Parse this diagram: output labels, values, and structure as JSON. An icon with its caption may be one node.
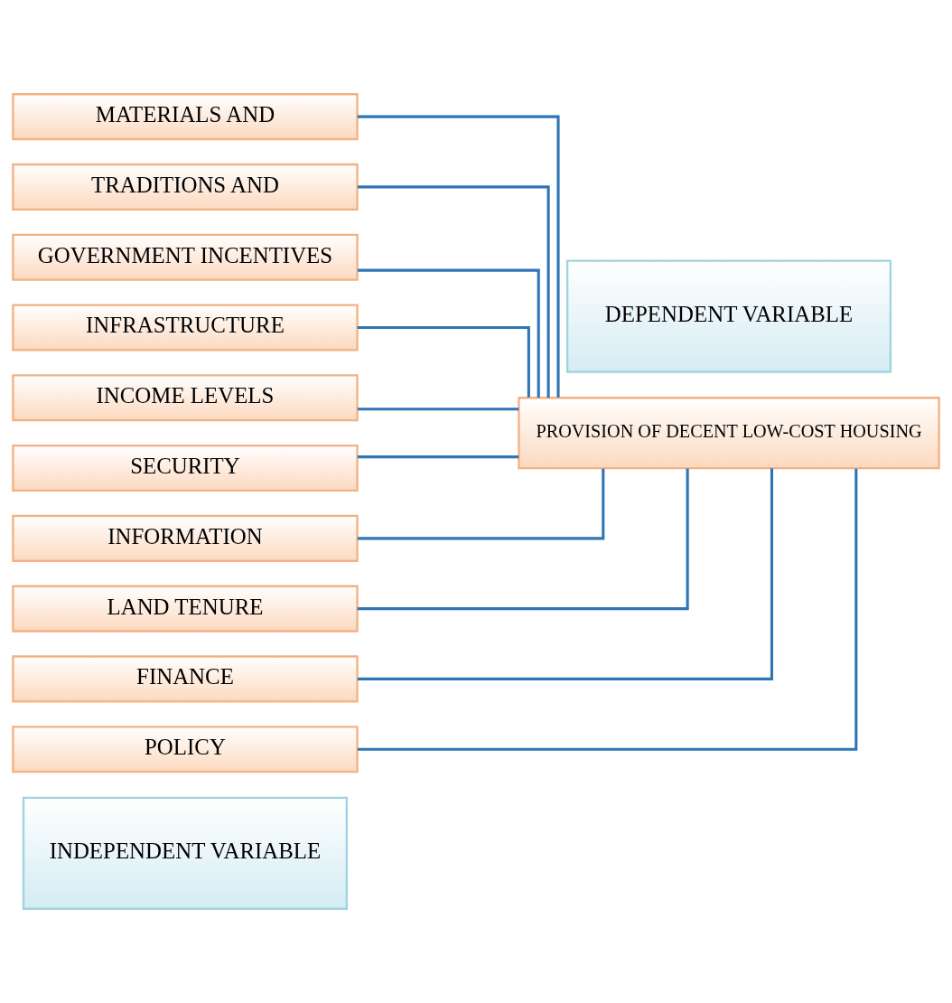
{
  "diagram": {
    "nodes": [
      {
        "text": [
          "INDEPENDENT VARIABLE"
        ]
      },
      {
        "text": [
          "DEPENDENT VARIABLE"
        ]
      },
      {
        "text": [
          "MATERIALS AND"
        ]
      },
      {
        "text": [
          "TRADITIONS AND"
        ]
      },
      {
        "text": [
          "GOVERNMENT INCENTIVES"
        ]
      },
      {
        "text": [
          "INFRASTRUCTURE"
        ]
      },
      {
        "text": [
          "INCOME LEVELS"
        ]
      },
      {
        "text": [
          "SECURITY"
        ]
      },
      {
        "text": [
          "INFORMATION"
        ]
      },
      {
        "text": [
          "LAND TENURE"
        ]
      },
      {
        "text": [
          "FINANCE"
        ]
      },
      {
        "text": [
          "POLICY"
        ]
      },
      {
        "text": [
          "PROVISION OF DECENT LOW-COST HOUSING"
        ]
      }
    ],
    "edges": [
      {
        "from": 2,
        "to": 12,
        "arrow": "none"
      },
      {
        "from": 3,
        "to": 12,
        "arrow": "none"
      },
      {
        "from": 4,
        "to": 12,
        "arrow": "none"
      },
      {
        "from": 5,
        "to": 12,
        "arrow": "none"
      },
      {
        "from": 6,
        "to": 12,
        "arrow": "none"
      },
      {
        "from": 7,
        "to": 12,
        "arrow": "none"
      },
      {
        "from": 8,
        "to": 12,
        "arrow": "none"
      },
      {
        "from": 9,
        "to": 12,
        "arrow": "none"
      },
      {
        "from": 10,
        "to": 12,
        "arrow": "none"
      },
      {
        "from": 11,
        "to": 12,
        "arrow": "none"
      }
    ]
  }
}
